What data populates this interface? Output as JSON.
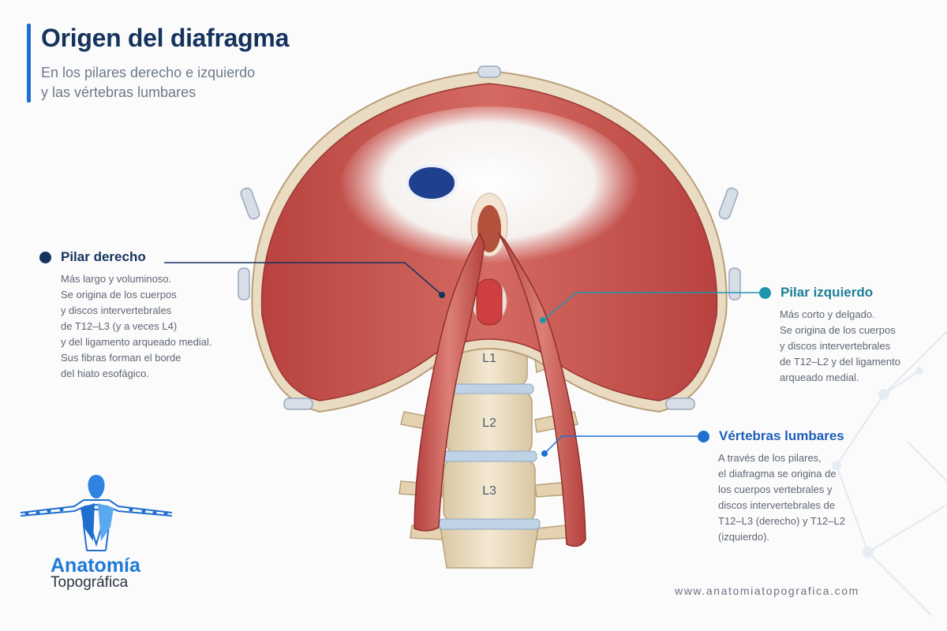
{
  "header": {
    "title": "Origen del diafragma",
    "subtitle_line1": "En los pilares derecho e izquierdo",
    "subtitle_line2": "y las vértebras lumbares"
  },
  "callouts": {
    "right_crus": {
      "label": "Pilar derecho",
      "lines": [
        "Más largo y voluminoso.",
        "Se origina de los cuerpos",
        "y discos intervertebrales",
        "de T12–L3 (y a veces L4)",
        "y del ligamento arqueado medial.",
        "Sus fibras forman el borde",
        "del hiato esofágico."
      ]
    },
    "left_crus": {
      "label": "Pilar izquierdo",
      "lines": [
        "Más corto y delgado.",
        "Se origina de los cuerpos",
        "y discos intervertebrales",
        "de T12–L2 y del ligamento",
        "arqueado medial."
      ]
    },
    "lumbar": {
      "label": "Vértebras lumbares",
      "lines": [
        "A través de los pilares,",
        "el diafragma se origina de",
        "los cuerpos vertebrales y",
        "discos intervertebrales de",
        "T12–L3 (derecho) y T12–L2",
        "(izquierdo)."
      ]
    }
  },
  "vertebrae": [
    "L1",
    "L2",
    "L3"
  ],
  "logo": {
    "line1": "Anatomía",
    "line2": "Topográfica"
  },
  "footer": {
    "website": "www.anatomiatopografica.com"
  },
  "colors": {
    "title": "#16335e",
    "accent_blue": "#1f6fd1",
    "accent_teal": "#1f95ad",
    "muscle": "#c9554f",
    "tendon": "#f4f1ee",
    "bone": "#ede0c6"
  }
}
